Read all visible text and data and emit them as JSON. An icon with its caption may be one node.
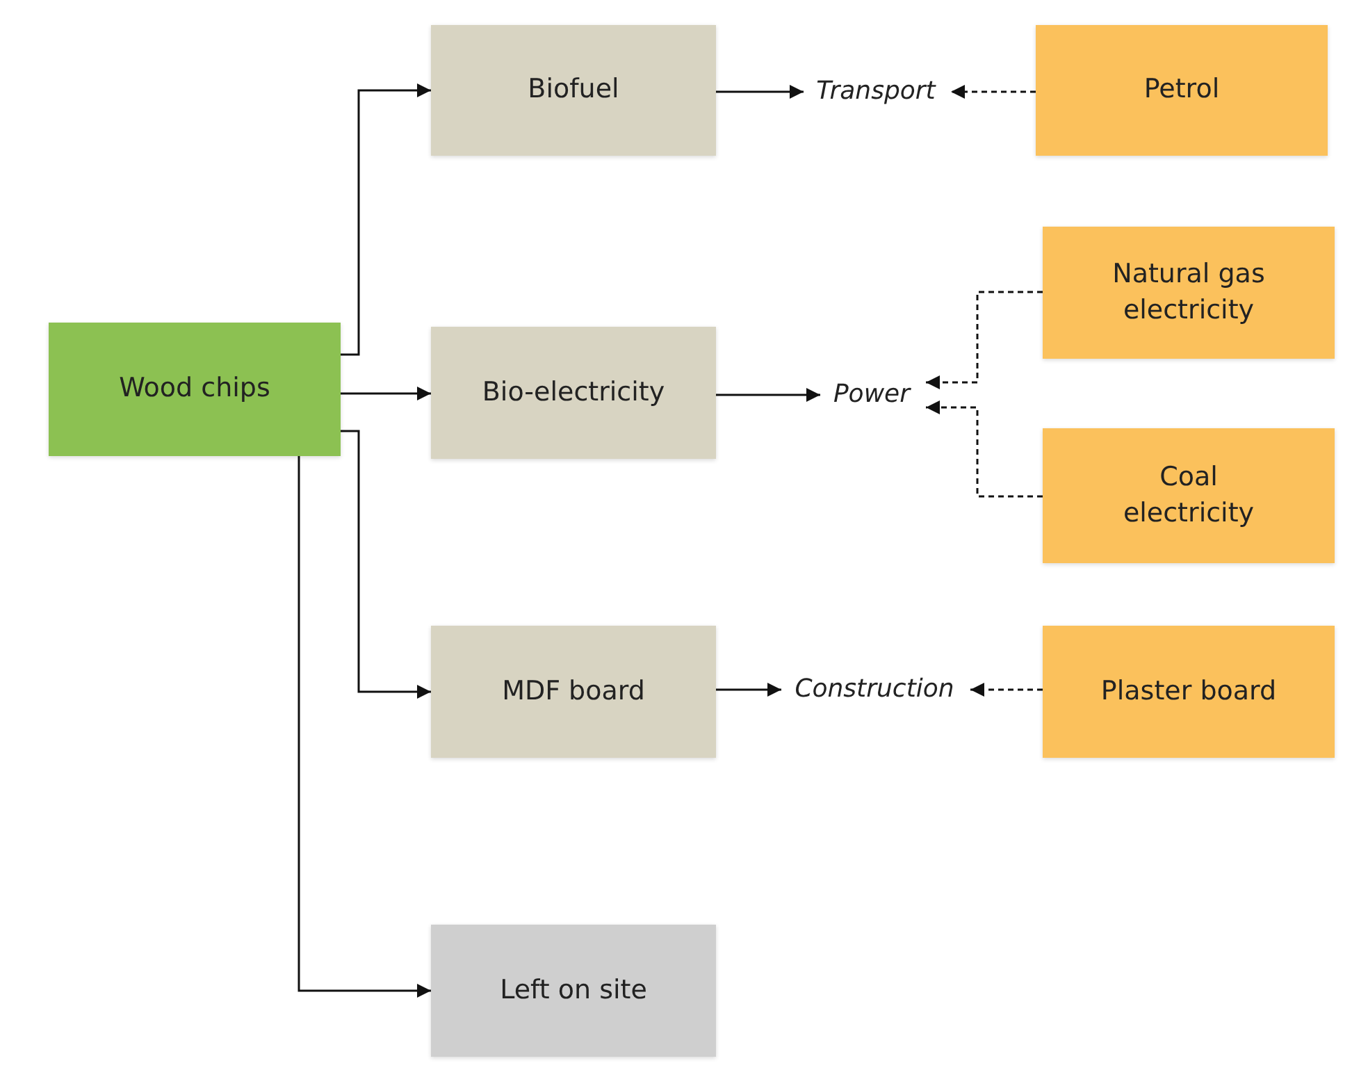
{
  "diagram": {
    "nodes": [
      {
        "text": [
          "Wood chips"
        ]
      },
      {
        "text": [
          "Biofuel"
        ]
      },
      {
        "text": [
          "Bio-electricity"
        ]
      },
      {
        "text": [
          "MDF board"
        ]
      },
      {
        "text": [
          "Left on site"
        ]
      },
      {
        "text": [
          "Transport"
        ]
      },
      {
        "text": [
          "Power"
        ]
      },
      {
        "text": [
          "Construction"
        ]
      },
      {
        "text": [
          "Petrol"
        ]
      },
      {
        "text": [
          "Natural gas electricity"
        ]
      },
      {
        "text": [
          "Coal electricity"
        ]
      },
      {
        "text": [
          "Plaster board"
        ]
      }
    ],
    "edges": [
      {
        "from": 0,
        "to": 1,
        "arrow": "to"
      },
      {
        "from": 0,
        "to": 2,
        "arrow": "to"
      },
      {
        "from": 0,
        "to": 3,
        "arrow": "to"
      },
      {
        "from": 0,
        "to": 4,
        "arrow": "to"
      },
      {
        "from": 1,
        "to": 5,
        "arrow": "to"
      },
      {
        "from": 2,
        "to": 6,
        "arrow": "to"
      },
      {
        "from": 3,
        "to": 7,
        "arrow": "to"
      },
      {
        "from": 8,
        "to": 5,
        "arrow": "to",
        "style": "dashed"
      },
      {
        "from": 9,
        "to": 6,
        "arrow": "to",
        "style": "dashed"
      },
      {
        "from": 10,
        "to": 6,
        "arrow": "to",
        "style": "dashed"
      },
      {
        "from": 11,
        "to": 7,
        "arrow": "to",
        "style": "dashed"
      }
    ]
  }
}
